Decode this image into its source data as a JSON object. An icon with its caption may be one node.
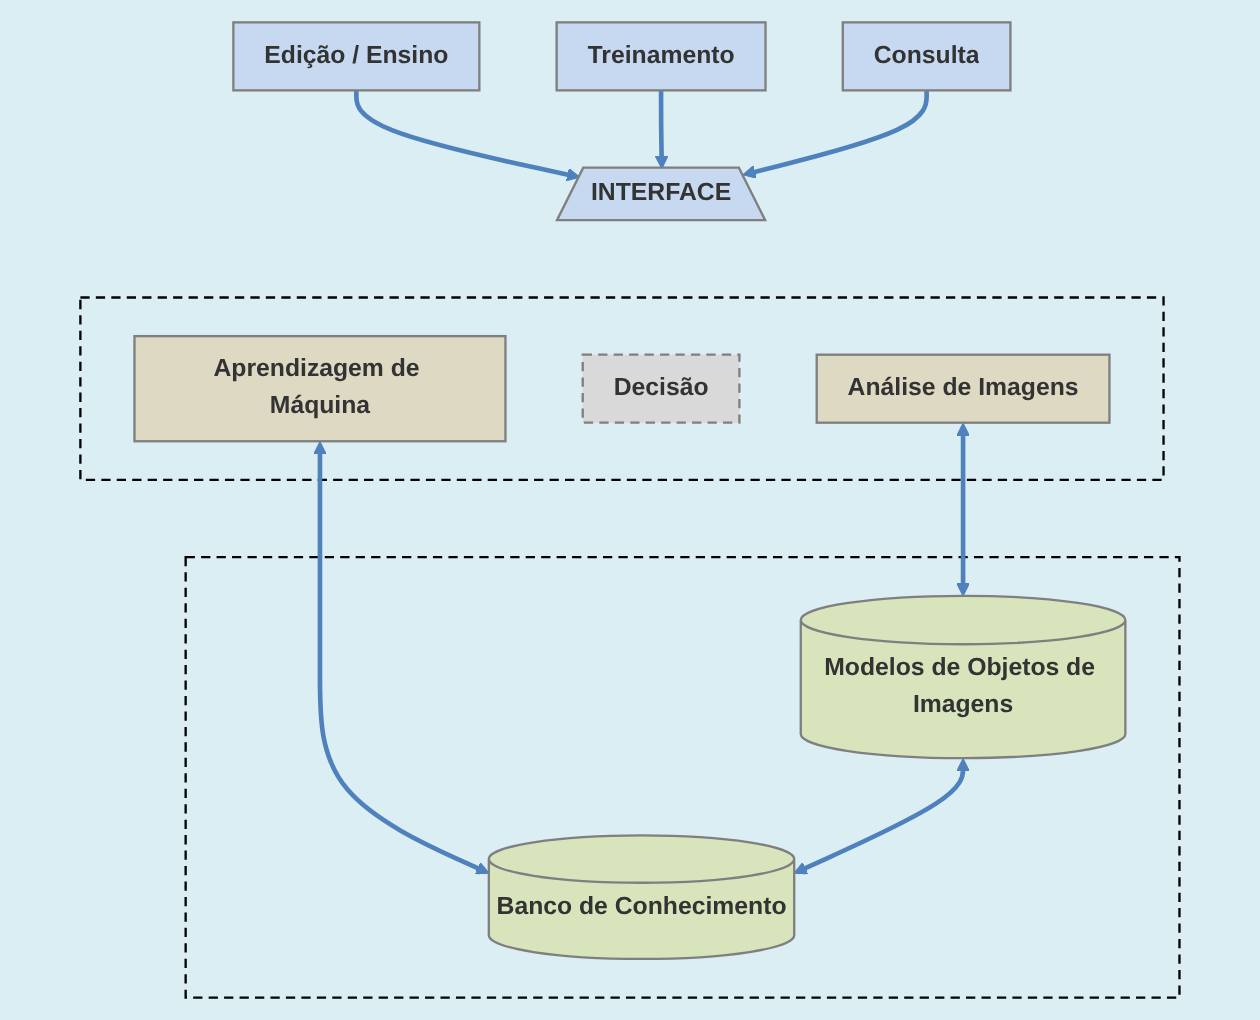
{
  "diagram": {
    "nodes": [
      {
        "text": [
          "Edição / Ensino"
        ]
      },
      {
        "text": [
          "Treinamento"
        ]
      },
      {
        "text": [
          "Consulta"
        ]
      },
      {
        "text": [
          "INTERFACE"
        ]
      },
      {
        "text": [],
        "shape": "box"
      },
      {
        "text": [
          "Análise de Imagens"
        ],
        "in": 4
      },
      {
        "text": [
          "Decisão"
        ],
        "in": 4
      },
      {
        "text": [
          "Aprendizagem de Máquina"
        ],
        "in": 4
      },
      {
        "text": [],
        "shape": "box"
      },
      {
        "text": [
          "Modelos de Objetos de Imagens"
        ],
        "in": 8
      },
      {
        "text": [
          "Banco de Conhecimento"
        ],
        "in": 8
      }
    ],
    "edges": [
      {
        "from": 0,
        "to": 3,
        "arrow": "to"
      },
      {
        "from": 1,
        "to": 3,
        "arrow": "to"
      },
      {
        "from": 2,
        "to": 3,
        "arrow": "to"
      },
      {
        "from": 5,
        "to": 9,
        "arrow": "both"
      },
      {
        "from": 7,
        "to": 10,
        "arrow": "both"
      },
      {
        "from": 9,
        "to": 10,
        "arrow": "both"
      }
    ]
  }
}
